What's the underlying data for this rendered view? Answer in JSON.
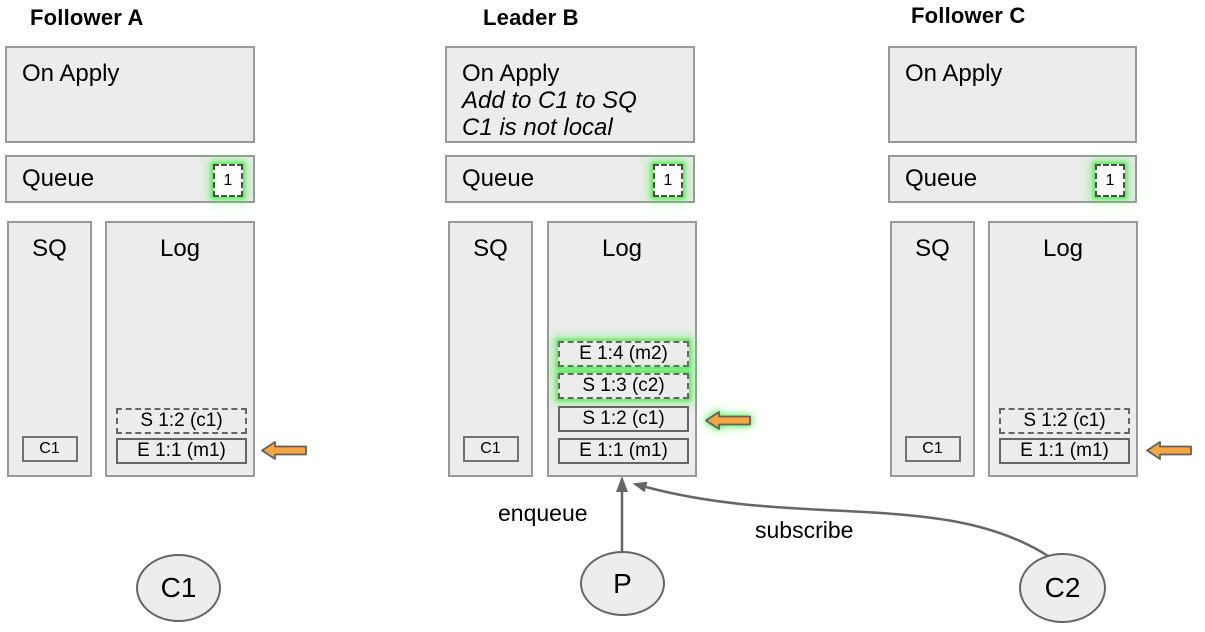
{
  "colors": {
    "box-fill": "#ececec",
    "box-border": "#999999",
    "entry-border": "#666666",
    "glow-green": "#55ee55",
    "arrow-fill": "#f6a43d",
    "arrow-stroke": "#616161",
    "connector": "#666666",
    "text": "#000000"
  },
  "columns": [
    {
      "title": "Follower A",
      "on_apply": {
        "lines": [
          "On Apply"
        ]
      },
      "queue": {
        "label": "Queue",
        "count": "1"
      },
      "sq": {
        "label": "SQ",
        "items": [
          "C1"
        ]
      },
      "log": {
        "label": "Log",
        "entries": [
          {
            "text": "S 1:2 (c1)",
            "border": "dashed",
            "glow": false
          },
          {
            "text": "E 1:1 (m1)",
            "border": "solid",
            "glow": false
          }
        ]
      }
    },
    {
      "title": "Leader B",
      "on_apply": {
        "lines": [
          "On Apply",
          "Add to C1 to SQ",
          "C1 is not local"
        ]
      },
      "queue": {
        "label": "Queue",
        "count": "1"
      },
      "sq": {
        "label": "SQ",
        "items": [
          "C1"
        ]
      },
      "log": {
        "label": "Log",
        "entries": [
          {
            "text": "E 1:4 (m2)",
            "border": "dashed",
            "glow": true
          },
          {
            "text": "S 1:3 (c2)",
            "border": "dashed",
            "glow": true
          },
          {
            "text": "S 1:2 (c1)",
            "border": "solid",
            "glow": false
          },
          {
            "text": "E 1:1 (m1)",
            "border": "solid",
            "glow": false
          }
        ]
      }
    },
    {
      "title": "Follower C",
      "on_apply": {
        "lines": [
          "On Apply"
        ]
      },
      "queue": {
        "label": "Queue",
        "count": "1"
      },
      "sq": {
        "label": "SQ",
        "items": [
          "C1"
        ]
      },
      "log": {
        "label": "Log",
        "entries": [
          {
            "text": "S 1:2 (c1)",
            "border": "dashed",
            "glow": false
          },
          {
            "text": "E 1:1 (m1)",
            "border": "solid",
            "glow": false
          }
        ]
      }
    }
  ],
  "actors": [
    {
      "label": "C1"
    },
    {
      "label": "P"
    },
    {
      "label": "C2"
    }
  ],
  "edge_labels": {
    "enqueue": "enqueue",
    "subscribe": "subscribe"
  }
}
